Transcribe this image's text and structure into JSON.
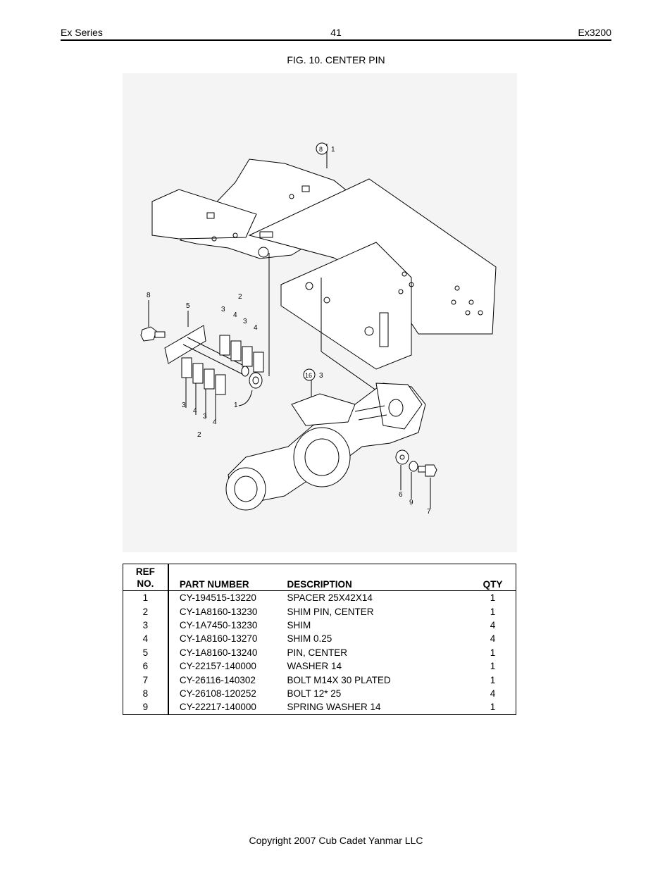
{
  "header": {
    "left": "Ex Series",
    "page_number": "41",
    "right": "Ex3200"
  },
  "figure": {
    "title": "FIG. 10. CENTER PIN",
    "callouts": {
      "top_frame": "8",
      "top_frame_suffix": "1",
      "axle": "16",
      "axle_suffix": "3",
      "bolt8": "8",
      "plate5": "5",
      "shim_top_2": "2",
      "shim_top_3a": "3",
      "shim_top_4a": "4",
      "shim_top_3b": "3",
      "shim_top_4b": "4",
      "spacer1": "1",
      "shim_bot_3a": "3",
      "shim_bot_4a": "4",
      "shim_bot_3b": "3",
      "shim_bot_4b": "4",
      "shim_bot_2": "2",
      "washer6": "6",
      "washer9": "9",
      "bolt7": "7"
    }
  },
  "table": {
    "headers": {
      "ref_line1": "REF",
      "ref_line2": "NO.",
      "part_number": "PART NUMBER",
      "description": "DESCRIPTION",
      "qty": "QTY"
    },
    "rows": [
      {
        "ref": "1",
        "part_number": "CY-194515-13220",
        "description": "SPACER 25X42X14",
        "qty": "1"
      },
      {
        "ref": "2",
        "part_number": "CY-1A8160-13230",
        "description": "SHIM PIN, CENTER",
        "qty": "1"
      },
      {
        "ref": "3",
        "part_number": "CY-1A7450-13230",
        "description": "SHIM",
        "qty": "4"
      },
      {
        "ref": "4",
        "part_number": "CY-1A8160-13270",
        "description": "SHIM 0.25",
        "qty": "4"
      },
      {
        "ref": "5",
        "part_number": "CY-1A8160-13240",
        "description": "PIN, CENTER",
        "qty": "1"
      },
      {
        "ref": "6",
        "part_number": "CY-22157-140000",
        "description": "WASHER 14",
        "qty": "1"
      },
      {
        "ref": "7",
        "part_number": "CY-26116-140302",
        "description": "BOLT M14X 30 PLATED",
        "qty": "1"
      },
      {
        "ref": "8",
        "part_number": "CY-26108-120252",
        "description": "BOLT 12* 25",
        "qty": "4"
      },
      {
        "ref": "9",
        "part_number": "CY-22217-140000",
        "description": "SPRING WASHER 14",
        "qty": "1"
      }
    ]
  },
  "footer": {
    "copyright": "Copyright 2007 Cub Cadet Yanmar LLC"
  }
}
